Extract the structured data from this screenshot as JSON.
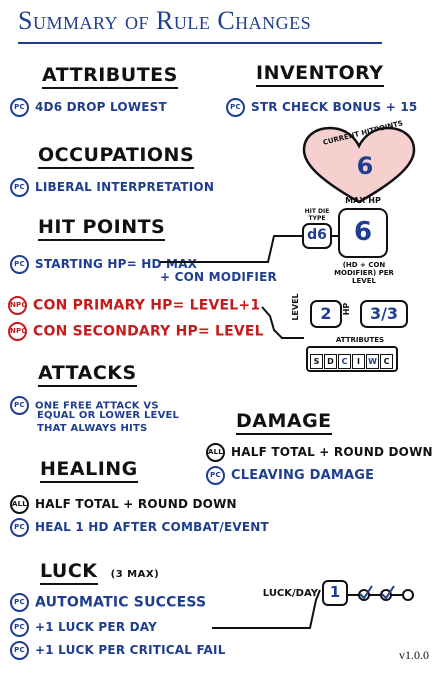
{
  "title": "Summary of Rule Changes",
  "attributes": {
    "heading": "Attributes",
    "items": [
      {
        "badge": "PC",
        "text": "4d6 Drop Lowest"
      }
    ]
  },
  "inventory": {
    "heading": "Inventory",
    "items": [
      {
        "badge": "PC",
        "text": "STR Check Bonus + 15"
      }
    ]
  },
  "occupations": {
    "heading": "Occupations",
    "items": [
      {
        "badge": "PC",
        "text": "Liberal Interpretation"
      }
    ]
  },
  "hit_points": {
    "heading": "Hit Points",
    "starting": {
      "badge": "PC",
      "line1": "Starting HP= HD Max",
      "line2": "+ CON Modifier"
    },
    "con_primary": {
      "badge": "NPC",
      "text": "CON Primary HP= Level+1"
    },
    "con_secondary": {
      "badge": "NPC",
      "text": "CON Secondary HP= Level"
    }
  },
  "hp_diagram": {
    "current_label": "Current Hitpoints",
    "current_value": "6",
    "max_label": "Max HP",
    "max_value": "6",
    "hit_die_label": "Hit Die Type",
    "hit_die_value": "d6",
    "max_note": "(HD + CON Modifier) per level",
    "level_label": "Level",
    "level_value": "2",
    "hp_label": "HP",
    "hp_value": "3/3",
    "attributes_label": "Attributes",
    "attributes": [
      "S",
      "D",
      "C",
      "I",
      "W",
      "C"
    ]
  },
  "attacks": {
    "heading": "Attacks",
    "items": [
      {
        "badge": "PC",
        "line1": "One free attack vs",
        "line2": "equal or lower level",
        "line3": "that always hits"
      }
    ]
  },
  "damage": {
    "heading": "Damage",
    "items": [
      {
        "badge": "ALL",
        "text": "Half Total + Round Down"
      },
      {
        "badge": "PC",
        "text": "Cleaving Damage"
      }
    ]
  },
  "healing": {
    "heading": "Healing",
    "items": [
      {
        "badge": "ALL",
        "text": "Half Total + Round Down"
      },
      {
        "badge": "PC",
        "text": "Heal 1 HD after Combat/Event"
      }
    ]
  },
  "luck": {
    "heading": "Luck",
    "heading_note": "(3 Max)",
    "tracker_label": "Luck/Day",
    "tracker_value": "1",
    "items": [
      {
        "badge": "PC",
        "text": "Automatic Success"
      },
      {
        "badge": "PC",
        "text": "+1 Luck per Day"
      },
      {
        "badge": "PC",
        "text": "+1 Luck per Critical Fail"
      }
    ]
  },
  "version": "v1.0.0",
  "colors": {
    "blue": "#1f3e8f",
    "red": "#c61b1b",
    "heart": "#e27a7a"
  }
}
